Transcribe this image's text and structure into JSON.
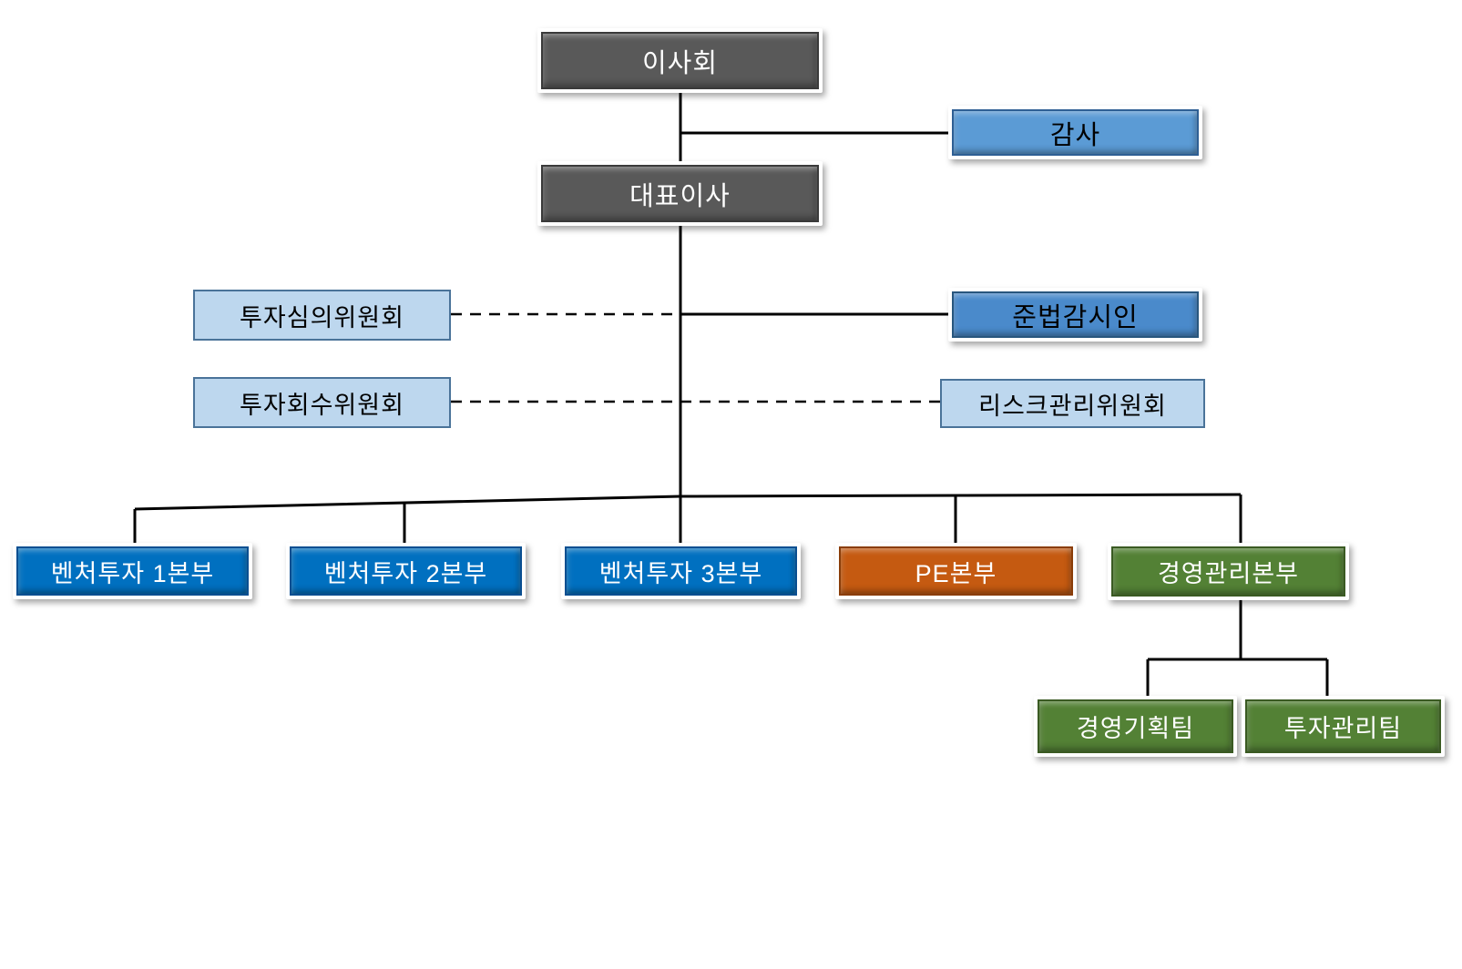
{
  "palette": {
    "dark-gray": "#595959",
    "mid-blue": "#5b9bd5",
    "mid-blue2": "#4a8acb",
    "light-blue": "#bdd7ee",
    "committee-border": "#4a7399",
    "strong-blue": "#0070c0",
    "orange": "#c55a11",
    "green": "#538135",
    "line-color": "#000000"
  },
  "org_chart": {
    "nodes": {
      "board": {
        "label": "이사회"
      },
      "auditor": {
        "label": "감사"
      },
      "ceo": {
        "label": "대표이사"
      },
      "invest_review": {
        "label": "투자심의위원회"
      },
      "compliance": {
        "label": "준법감시인"
      },
      "invest_exit": {
        "label": "투자회수위원회"
      },
      "risk": {
        "label": "리스크관리위원회"
      },
      "venture1": {
        "label": "벤처투자 1본부"
      },
      "venture2": {
        "label": "벤처투자 2본부"
      },
      "venture3": {
        "label": "벤처투자 3본부"
      },
      "pe": {
        "label": "PE본부"
      },
      "mgmt": {
        "label": "경영관리본부"
      },
      "planning_team": {
        "label": "경영기획팀"
      },
      "invest_team": {
        "label": "투자관리팀"
      }
    }
  }
}
